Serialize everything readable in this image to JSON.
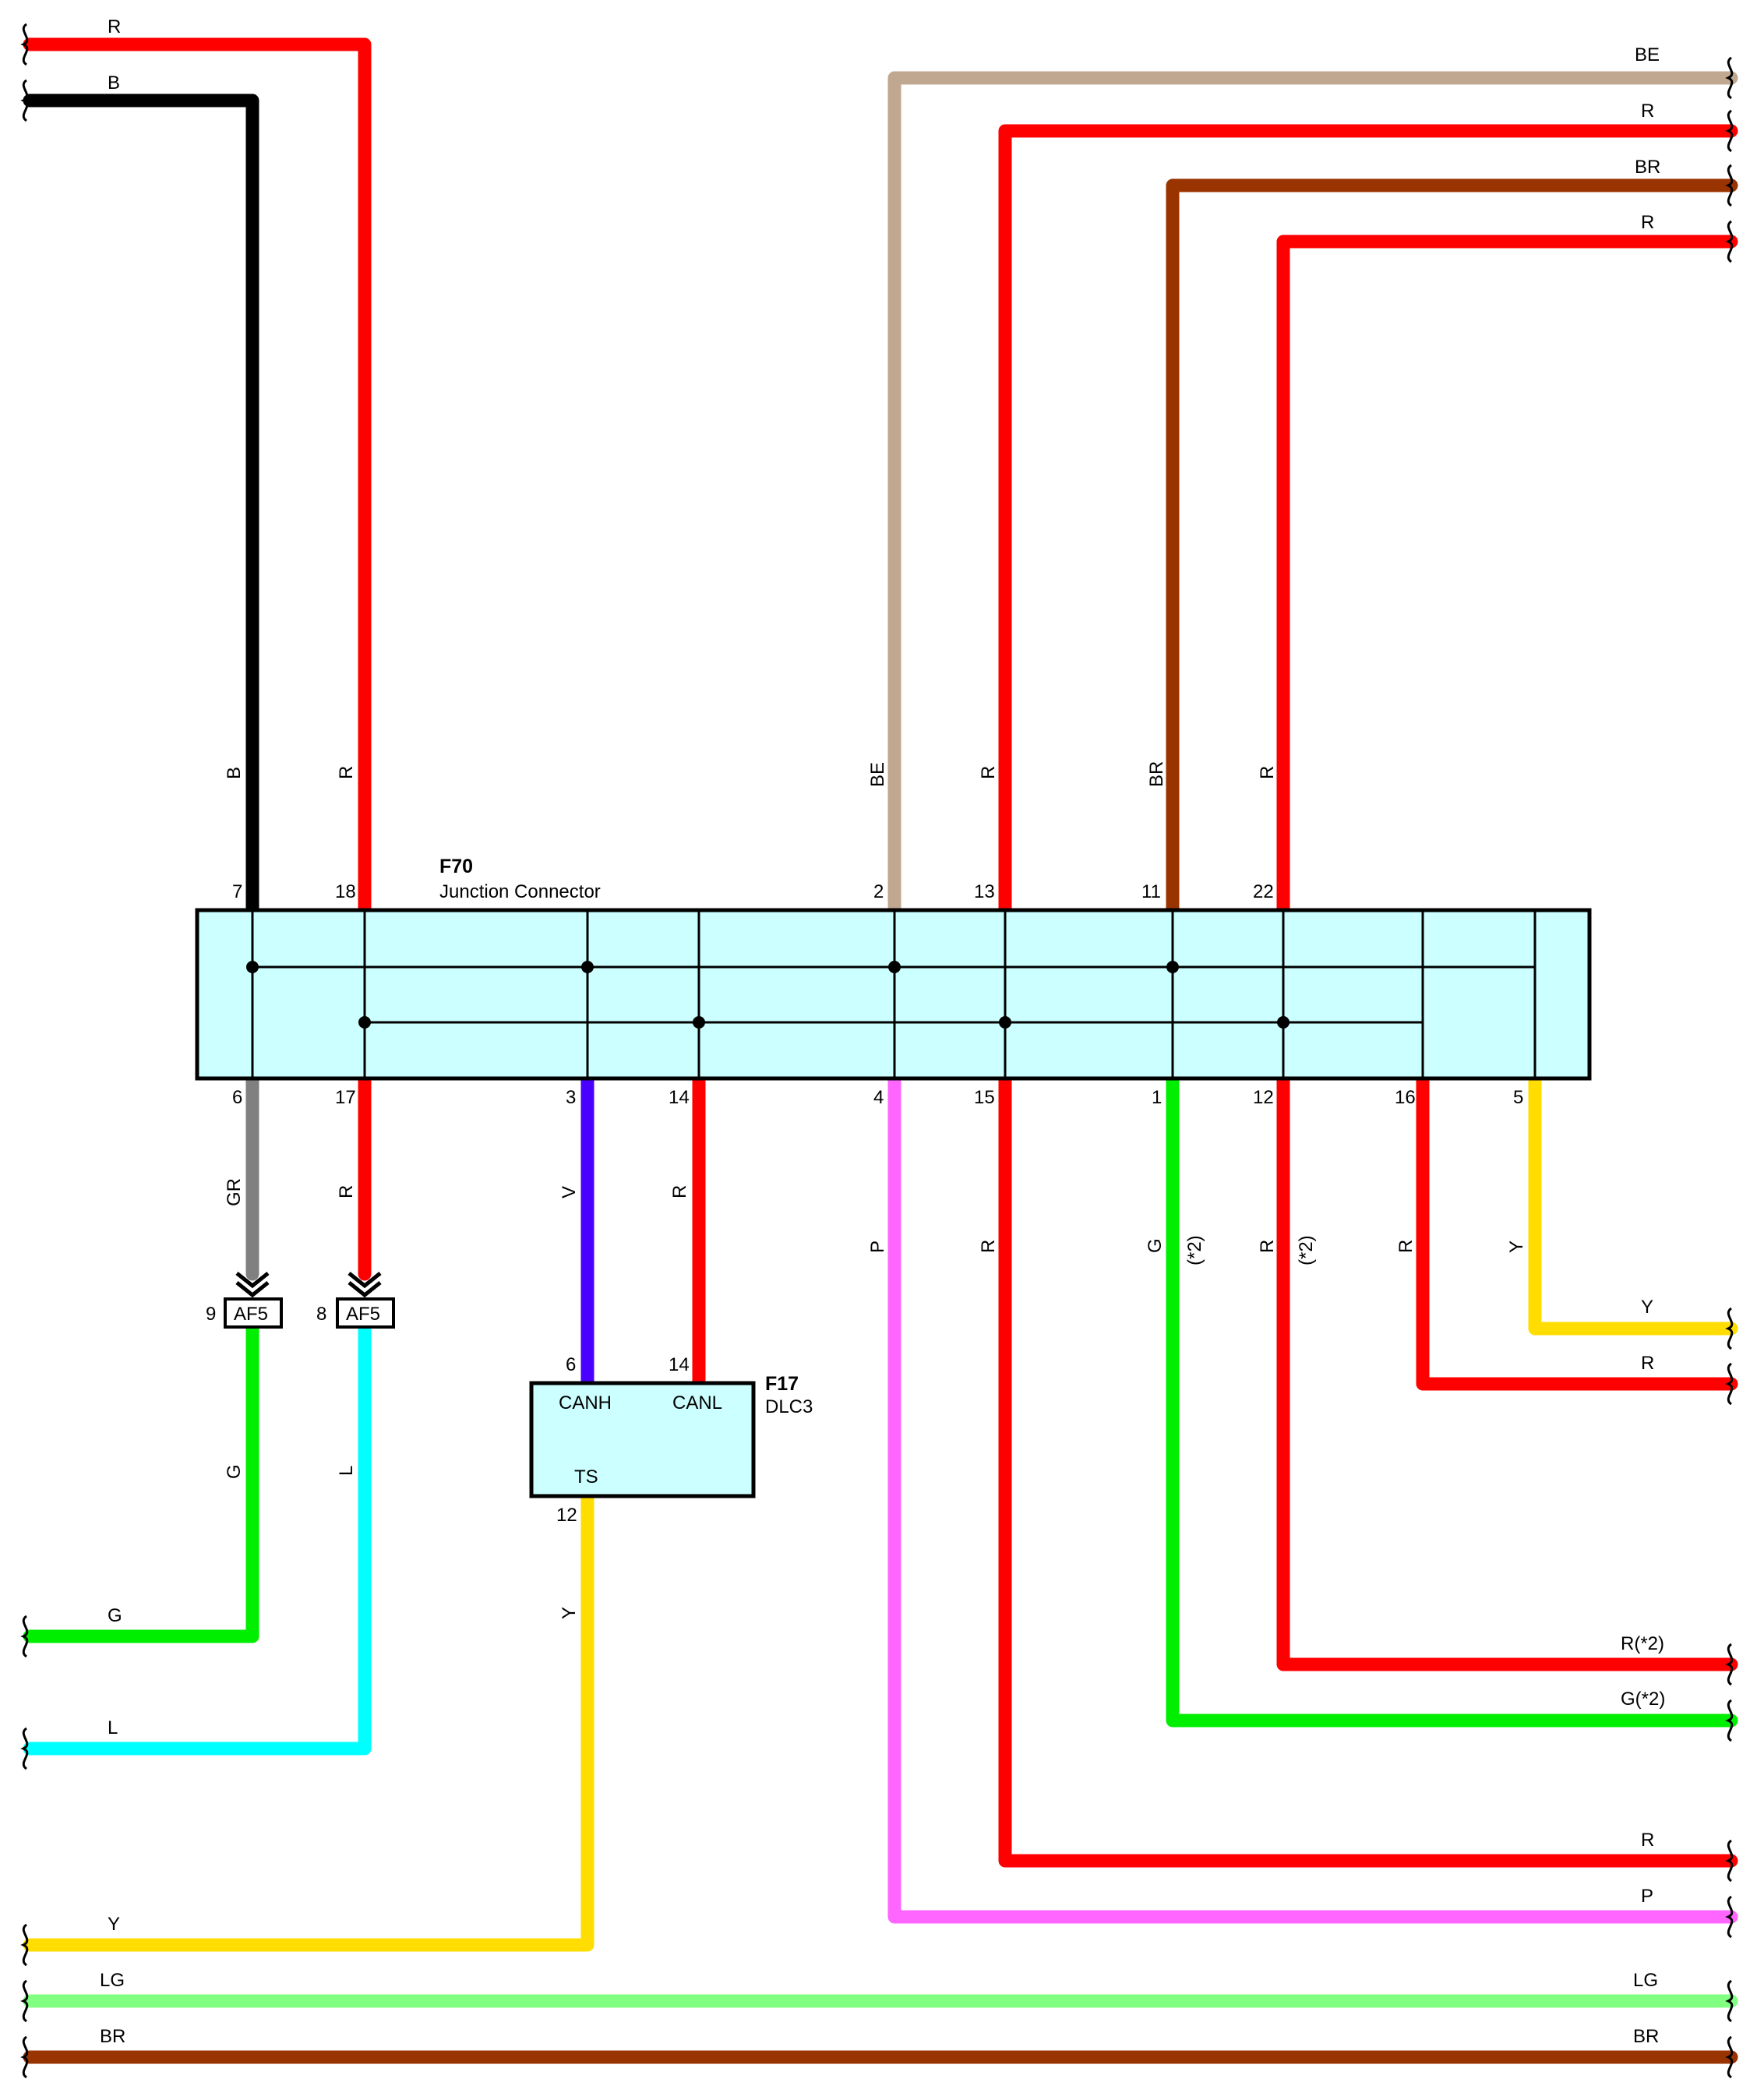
{
  "connectors": {
    "f70": {
      "id": "F70",
      "name": "Junction Connector"
    },
    "f17": {
      "id": "F17",
      "name": "DLC3",
      "pins": {
        "canh": "CANH",
        "canl": "CANL",
        "ts": "TS"
      }
    },
    "af5": {
      "id": "AF5"
    }
  },
  "pins": {
    "f70_top": [
      "7",
      "18",
      "2",
      "13",
      "11",
      "22"
    ],
    "f70_bottom": [
      "6",
      "17",
      "3",
      "14",
      "4",
      "15",
      "1",
      "12",
      "16",
      "5"
    ],
    "af5_left": "9",
    "af5_right": "8",
    "f17_canh": "6",
    "f17_canl": "14",
    "f17_ts": "12"
  },
  "wire_colors": {
    "R": "#ff0000",
    "B": "#000000",
    "BE": "#c0a890",
    "BR": "#993300",
    "GR": "#808080",
    "V": "#4a00ff",
    "P": "#ff66ff",
    "G": "#00ee00",
    "Y": "#ffdd00",
    "L": "#00ffff",
    "LG": "#80ff80"
  },
  "wires": {
    "top_left_r": "R",
    "top_left_b": "B",
    "top_right_be": "BE",
    "top_right_r1": "R",
    "top_right_br": "BR",
    "top_right_r2": "R",
    "pin7": "B",
    "pin18": "R",
    "pin2": "BE",
    "pin13": "R",
    "pin11": "BR",
    "pin22": "R",
    "pin6": "GR",
    "pin17": "R",
    "pin3": "V",
    "pin14": "R",
    "pin4": "P",
    "pin15": "R",
    "pin1": "G",
    "pin1_note": "(*2)",
    "pin12": "R",
    "pin12_note": "(*2)",
    "pin16": "R",
    "pin5": "Y",
    "af5_9_out": "G",
    "af5_8_out": "L",
    "ts_out": "Y",
    "right_y": "Y",
    "right_r": "R",
    "left_g": "G",
    "left_l": "L",
    "right_r2": "R(*2)",
    "right_g2": "G(*2)",
    "right_r_low": "R",
    "right_p": "P",
    "bottom_left_y": "Y",
    "lg_left": "LG",
    "lg_right": "LG",
    "br_left": "BR",
    "br_right": "BR"
  }
}
